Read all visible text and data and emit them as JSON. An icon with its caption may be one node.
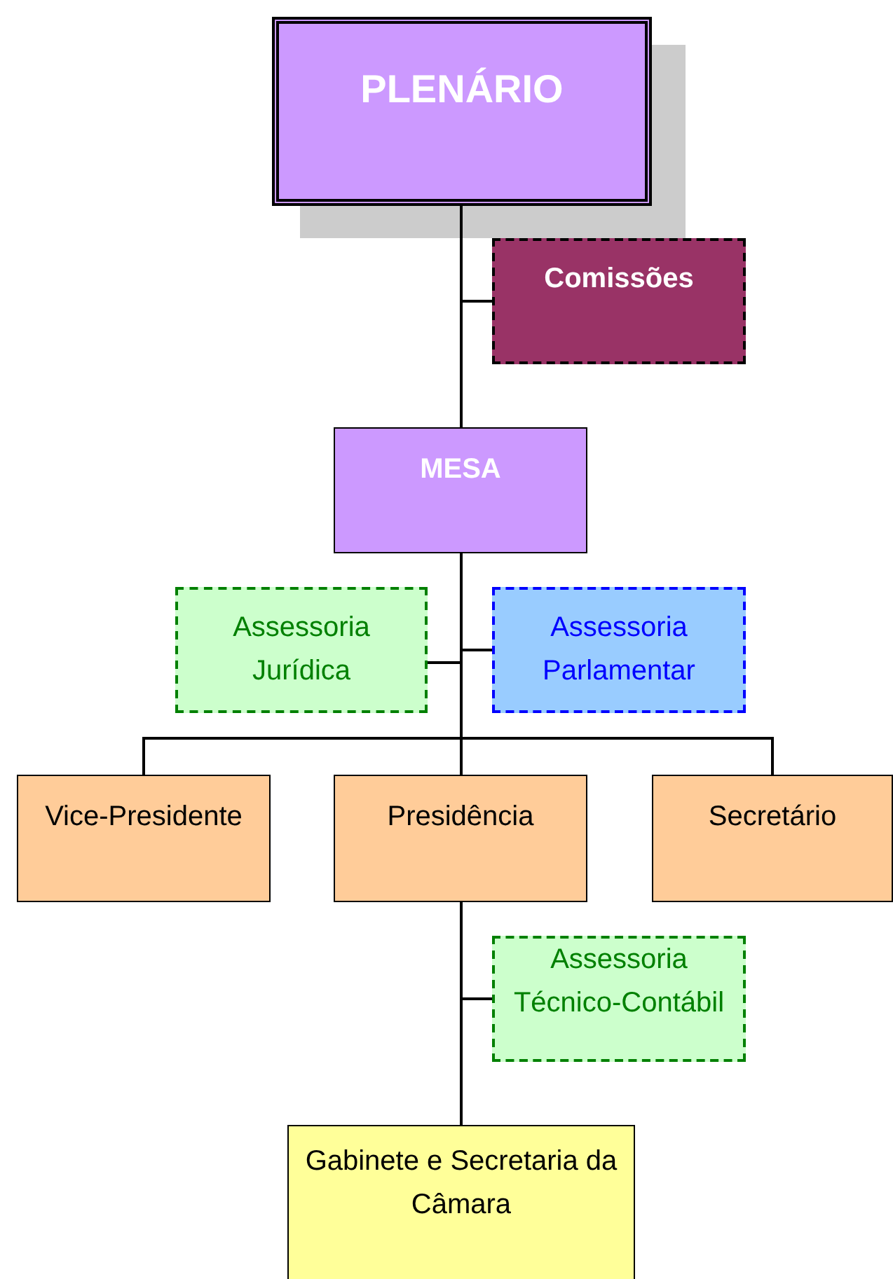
{
  "diagram": {
    "nodes": [
      {
        "text": [
          "PLENÁRIO"
        ]
      },
      {
        "text": [
          "Comissões"
        ]
      },
      {
        "text": [
          "MESA"
        ]
      },
      {
        "text": [
          "Assessoria Jurídica"
        ]
      },
      {
        "text": [
          "Assessoria Parlamentar"
        ]
      },
      {
        "text": [
          "Vice-Presidente"
        ]
      },
      {
        "text": [
          "Presidência"
        ]
      },
      {
        "text": [
          "Secretário"
        ]
      },
      {
        "text": [
          "Assessoria Técnico-Contábil"
        ]
      },
      {
        "text": [
          "Gabinete e Secretaria da Câmara"
        ]
      }
    ],
    "edges": [
      {
        "from": 0,
        "to": 1,
        "arrow": "none"
      },
      {
        "from": 0,
        "to": 2,
        "arrow": "none"
      },
      {
        "from": 2,
        "to": 3,
        "arrow": "none"
      },
      {
        "from": 2,
        "to": 4,
        "arrow": "none"
      },
      {
        "from": 2,
        "to": 5,
        "arrow": "none"
      },
      {
        "from": 2,
        "to": 6,
        "arrow": "none"
      },
      {
        "from": 2,
        "to": 7,
        "arrow": "none"
      },
      {
        "from": 6,
        "to": 8,
        "arrow": "none"
      },
      {
        "from": 6,
        "to": 9,
        "arrow": "none"
      }
    ]
  }
}
